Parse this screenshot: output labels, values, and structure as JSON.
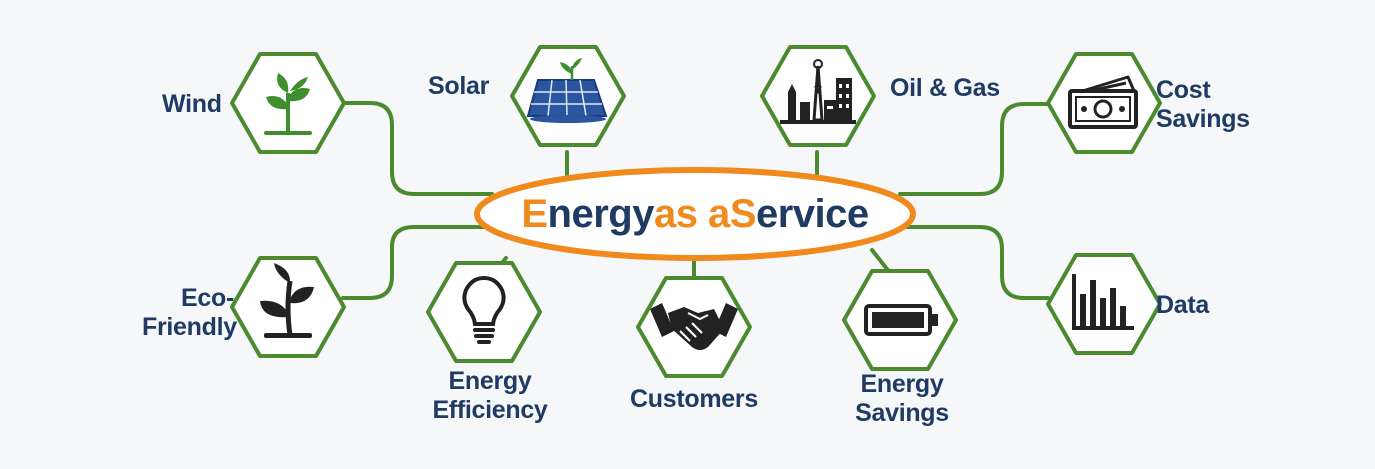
{
  "title": {
    "parts": [
      {
        "text": "E",
        "accent": true
      },
      {
        "text": "nergy ",
        "accent": false
      },
      {
        "text": "as a ",
        "accent": true
      },
      {
        "text": "S",
        "accent": true
      },
      {
        "text": "ervice",
        "accent": false
      }
    ]
  },
  "nodes": {
    "wind": {
      "label": "Wind",
      "icon": "sprout-icon"
    },
    "solar": {
      "label": "Solar",
      "icon": "solar-panel-icon"
    },
    "oil_gas": {
      "label": "Oil & Gas",
      "icon": "refinery-icon"
    },
    "cost_savings": {
      "label_line1": "Cost",
      "label_line2": "Savings",
      "icon": "money-icon"
    },
    "eco_friendly": {
      "label_line1": "Eco-",
      "label_line2": "Friendly",
      "icon": "plant-icon"
    },
    "energy_efficiency": {
      "label_line1": "Energy",
      "label_line2": "Efficiency",
      "icon": "light-bulb-icon"
    },
    "customers": {
      "label": "Customers",
      "icon": "handshake-icon"
    },
    "energy_savings": {
      "label_line1": "Energy",
      "label_line2": "Savings",
      "icon": "battery-icon"
    },
    "data": {
      "label": "Data",
      "icon": "bar-chart-icon"
    }
  },
  "colors": {
    "green": "#4c8a2f",
    "orange": "#f08a1d",
    "navy": "#1f3b64",
    "icon_dark": "#222222",
    "plant_green": "#3f8f2e",
    "solar_blue": "#2a56a0"
  }
}
